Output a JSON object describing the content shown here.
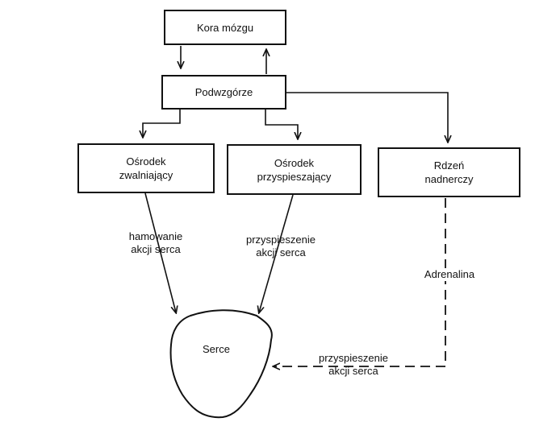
{
  "nodes": {
    "cortex": "Kora mózgu",
    "hypothalamus": "Podwzgórze",
    "slowing_center": [
      "Ośrodek",
      "zwalniający"
    ],
    "accelerating_center": [
      "Ośrodek",
      "przyspieszający"
    ],
    "adrenal_medulla": [
      "Rdzeń",
      "nadnerczy"
    ],
    "heart": "Serce"
  },
  "edges": {
    "inhibition": [
      "hamowanie",
      "akcji serca"
    ],
    "acceleration": [
      "przyspieszenie",
      "akcji serca"
    ],
    "adrenaline": "Adrenalina",
    "adrenaline_effect": [
      "przyspieszenie",
      "akcji serca"
    ]
  }
}
